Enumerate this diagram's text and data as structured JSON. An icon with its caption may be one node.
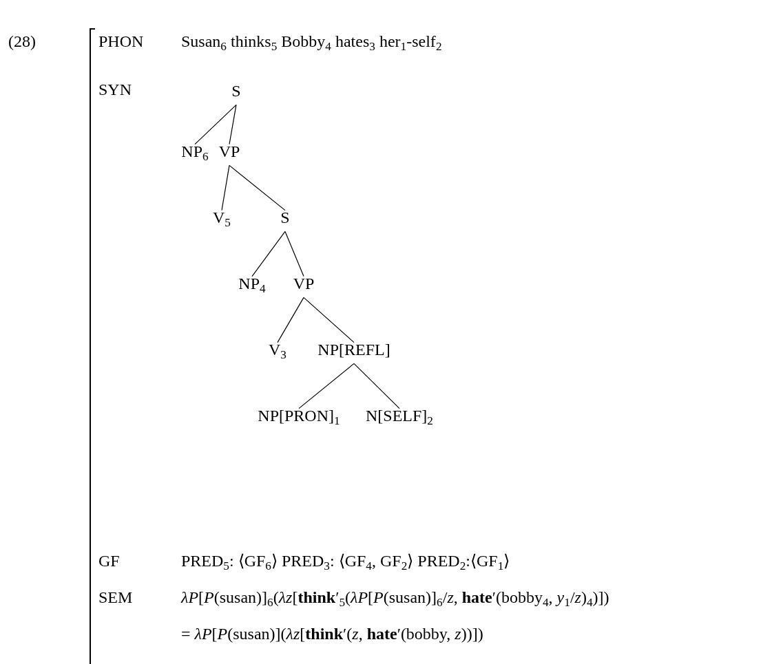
{
  "diagram": {
    "nodes": [
      {
        "text": [
          "S"
        ]
      },
      {
        "text": [
          "NP$_{6}$"
        ]
      },
      {
        "text": [
          "VP"
        ]
      },
      {
        "text": [
          "V$_{5}$"
        ]
      },
      {
        "text": [
          "S"
        ]
      },
      {
        "text": [
          "NP$_{4}$"
        ]
      },
      {
        "text": [
          "VP"
        ]
      },
      {
        "text": [
          "V$_{3}$"
        ]
      },
      {
        "text": [
          "NP[REFL]"
        ]
      },
      {
        "text": [
          "NP[PRON]$_{1}$"
        ]
      },
      {
        "text": [
          "N[SELF]$_{2}$"
        ]
      }
    ],
    "edges": [
      {
        "from": 0,
        "to": 1,
        "arrow": "none"
      },
      {
        "from": 0,
        "to": 2,
        "arrow": "none"
      },
      {
        "from": 2,
        "to": 3,
        "arrow": "none"
      },
      {
        "from": 2,
        "to": 4,
        "arrow": "none"
      },
      {
        "from": 4,
        "to": 5,
        "arrow": "none"
      },
      {
        "from": 4,
        "to": 6,
        "arrow": "none"
      },
      {
        "from": 6,
        "to": 7,
        "arrow": "none"
      },
      {
        "from": 6,
        "to": 8,
        "arrow": "none"
      },
      {
        "from": 8,
        "to": 9,
        "arrow": "none"
      },
      {
        "from": 8,
        "to": 10,
        "arrow": "none"
      }
    ],
    "labels": [
      "(28)",
      "PHON",
      "Susan$_{6}$ thinks$_{5}$ Bobby$_{4}$ hates$_{3}$ her$_{1}$-self$_{2}$",
      "SYN",
      "GF",
      "PRED$_{5}$: ⟨GF$_{6}$⟩ PRED$_{3}$: ⟨GF$_{4}$, GF$_{2}$⟩ PRED$_{2}$:⟨GF$_{1}$⟩",
      "SEM",
      "*λP*[*P*(susan)]$_{6}$(*λz*[**think**′$_{5}$(*λP*[*P*(susan)]$_{6}$/*z*, **hate**′(bobby$_{4}$, *y*$_{1}$/*z*)$_{4}$)])",
      "= *λP*[*P*(susan)](*λz*[**think**′(*z*, **hate**′(bobby, *z*))])"
    ]
  }
}
